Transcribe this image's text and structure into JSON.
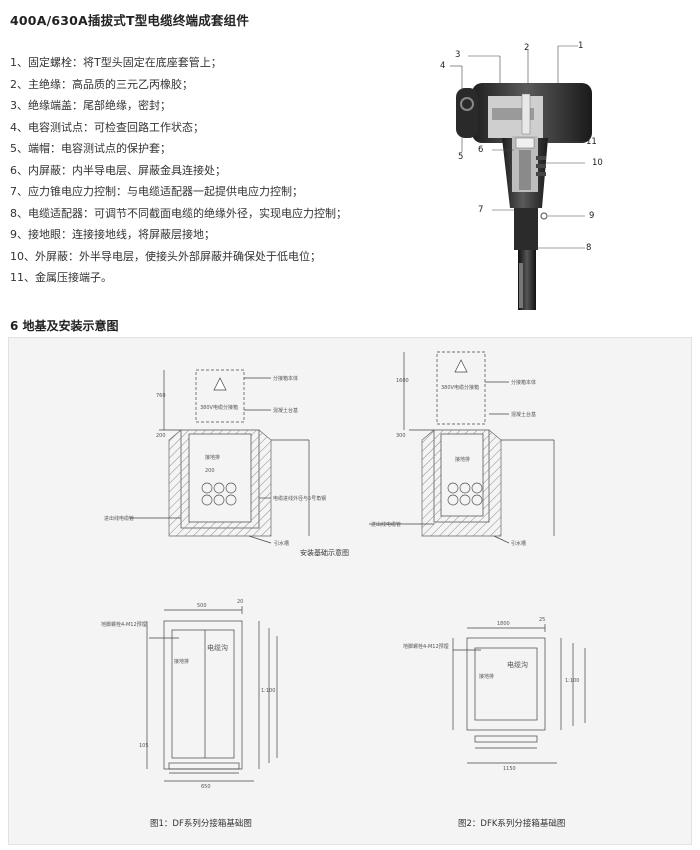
{
  "header": {
    "title": "400A/630A插拔式T型电缆终端成套组件"
  },
  "components": [
    "1、固定螺栓：将T型头固定在底座套管上；",
    "2、主绝缘：高品质的三元乙丙橡胶；",
    "3、绝缘端盖：尾部绝缘，密封；",
    "4、电容测试点：可检查回路工作状态；",
    "5、端帽：电容测试点的保护套；",
    "6、内屏蔽：内半导电层、屏蔽金具连接处；",
    "7、应力锥电应力控制：与电缆适配器一起提供电应力控制；",
    "8、电缆适配器：可调节不同截面电缆的绝缘外径，实现电应力控制；",
    "9、接地眼：连接接地线，将屏蔽层接地；",
    "10、外屏蔽：外半导电层，使接头外部屏蔽并确保处于低电位；",
    "11、金属压接端子。"
  ],
  "product_callouts": [
    "1",
    "2",
    "3",
    "4",
    "5",
    "6",
    "7",
    "8",
    "9",
    "10",
    "11"
  ],
  "section2": {
    "title": "6 地基及安装示意图"
  },
  "install": {
    "caption": "安装基础示意图",
    "left": {
      "dims": [
        "760",
        "200",
        "200"
      ],
      "labels": [
        "分接箱本体",
        "混凝土台基",
        "接地排",
        "电缆进线外径与5号角钢",
        "进出线电缆管",
        "引水槽"
      ],
      "sign": "380V电缆分接箱"
    },
    "right": {
      "dims": [
        "1600",
        "300"
      ],
      "labels": [
        "分接箱本体",
        "混凝土台基",
        "接地排",
        "进出线电缆管",
        "引水槽"
      ],
      "sign": "380V电缆分接箱"
    }
  },
  "plan1": {
    "dims_top": [
      "500",
      "20"
    ],
    "dims_bottom": [
      "650"
    ],
    "dims_side": [
      "1:100",
      "105"
    ],
    "labels": [
      "地脚螺栓4-M12预埋",
      "接地排",
      "电缆沟"
    ]
  },
  "plan2": {
    "dims_top": [
      "1800",
      "25"
    ],
    "dims_bottom": [
      "1150"
    ],
    "dims_side": [
      "1:100"
    ],
    "labels": [
      "地脚螺栓4-M12预埋",
      "接地排",
      "电缆沟"
    ]
  },
  "captions": {
    "fig1": "图1：DF系列分接箱基础图",
    "fig2": "图2：DFK系列分接箱基础图"
  },
  "colors": {
    "text": "#222222",
    "drawing_bg": "#f4f4f4",
    "product_body": "#2f2f2f"
  }
}
